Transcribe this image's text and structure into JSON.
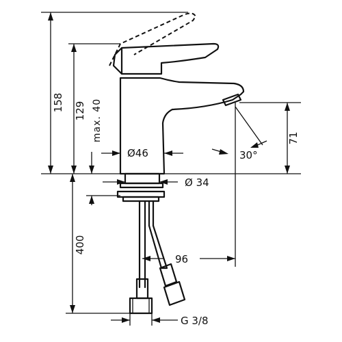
{
  "dimensions": {
    "overall_height": "158",
    "spout_height": "129",
    "max_thickness": "max. 40",
    "base_diameter": "Ø46",
    "hole_diameter": "Ø 34",
    "angle": "30°",
    "outlet_height": "71",
    "hose_length": "400",
    "hose_spread": "96",
    "thread": "G 3/8"
  }
}
